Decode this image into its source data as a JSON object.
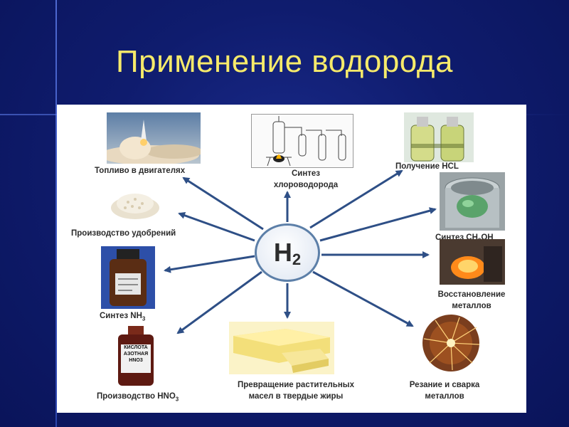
{
  "title": "Применение водорода",
  "center": {
    "symbol": "H",
    "subscript": "2"
  },
  "items": {
    "fuel": "Топливо в двигателях",
    "hcl_synth_1": "Синтез",
    "hcl_synth_2": "хлороводорода",
    "hcl_get": "Получение HCL",
    "fert": "Производство удобрений",
    "ch3oh_pre": "Синтез CH",
    "ch3oh_sub": "3",
    "ch3oh_post": "OH",
    "nh3_pre": "Синтез NH",
    "nh3_sub": "3",
    "metal_red_1": "Восстановление",
    "metal_red_2": "металлов",
    "hno3_pre": "Производство HNO",
    "hno3_sub": "3",
    "fat_1": "Превращение растительных",
    "fat_2": "масел в твердые жиры",
    "cut_1": "Резание и сварка",
    "cut_2": "металлов",
    "bottle_label_1": "КИСЛОТА",
    "bottle_label_2": "АЗОТНАЯ",
    "bottle_label_3": "HNO3"
  }
}
